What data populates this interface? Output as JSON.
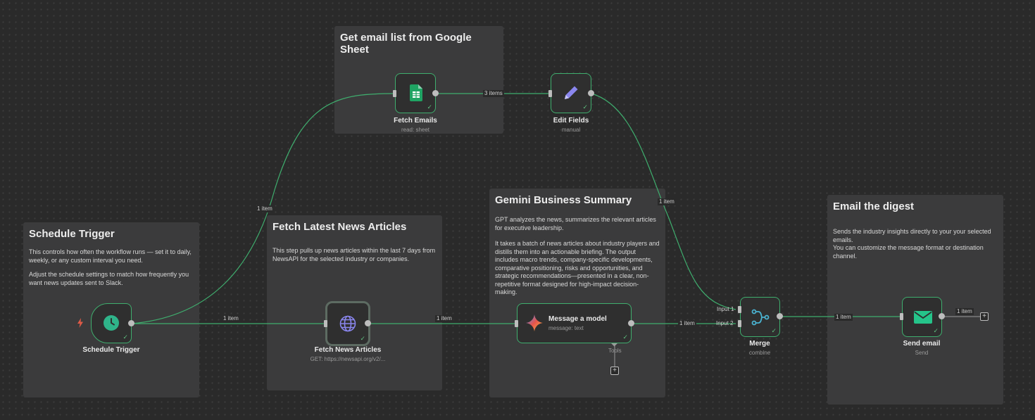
{
  "stickies": {
    "schedule": {
      "title": "Schedule Trigger",
      "p1": "This controls how often the workflow runs — set it to daily, weekly, or any custom interval you need.",
      "p2": "Adjust the schedule settings to match how frequently you want news updates sent to Slack."
    },
    "sheet": {
      "title": "Get email list from Google Sheet"
    },
    "news": {
      "title": "Fetch Latest News Articles",
      "p1": "This step pulls up news articles within the last 7 days from NewsAPI for the selected industry or companies."
    },
    "gemini": {
      "title": "Gemini Business Summary",
      "p1": "GPT analyzes the news, summarizes the relevant articles for executive leadership.",
      "p2": "It takes a batch of news articles about industry players and distills them into an actionable briefing. The output includes macro trends, company-specific developments, comparative positioning, risks and opportunities, and strategic recommendations—presented in a clear, non-repetitive format designed for high-impact decision-making."
    },
    "email": {
      "title": "Email the digest",
      "p1": "Sends the industry insights directly to your your selected emails.",
      "p2": "You can customize the message format or destination channel."
    }
  },
  "nodes": {
    "schedule": {
      "label": "Schedule Trigger",
      "icon": "clock-icon"
    },
    "fetch_emails": {
      "label": "Fetch Emails",
      "sub": "read: sheet",
      "icon": "google-sheets-icon"
    },
    "edit_fields": {
      "label": "Edit Fields",
      "sub": "manual",
      "icon": "pencil-icon"
    },
    "fetch_news": {
      "label": "Fetch News Articles",
      "sub": "GET: https://newsapi.org/v2/...",
      "icon": "globe-icon"
    },
    "gemini": {
      "label": "Message a model",
      "sub": "message: text",
      "icon": "gemini-icon",
      "tools_label": "Tools"
    },
    "merge": {
      "label": "Merge",
      "sub": "combine",
      "input1": "Input 1",
      "input2": "Input 2",
      "icon": "merge-icon"
    },
    "send_email": {
      "label": "Send email",
      "sub": "Send",
      "icon": "envelope-icon"
    }
  },
  "edges": {
    "schedule_to_sheet": "1 item",
    "schedule_to_news": "1 item",
    "sheet_to_edit": "3 items",
    "edit_to_merge": "1 item",
    "news_to_gemini": "1 item",
    "gemini_to_merge": "1 item",
    "merge_to_send": "1 item",
    "send_out": "1 item"
  },
  "colors": {
    "canvas": "#2a2a2a",
    "sticky": "#3b3b3c",
    "edge": "#3fae6e",
    "node_border": "#3fae6e",
    "trigger": "#e05a47"
  }
}
